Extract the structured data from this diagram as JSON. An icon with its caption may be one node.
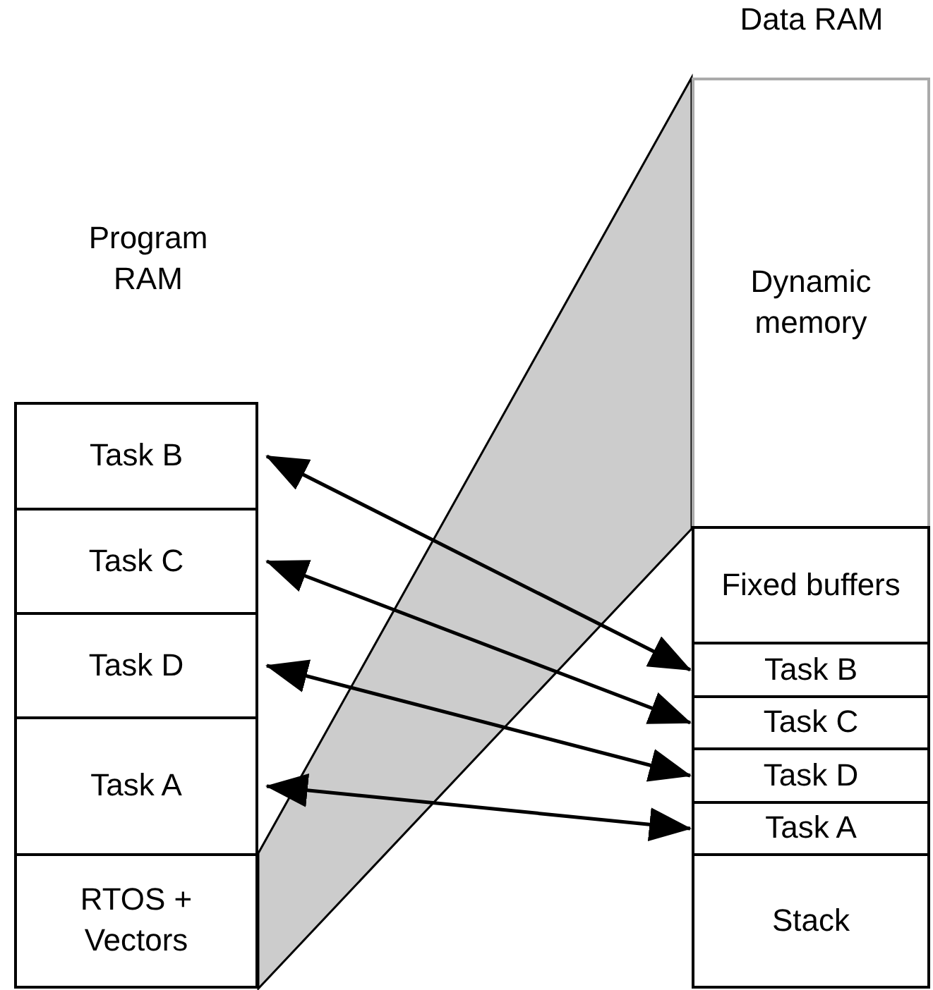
{
  "diagram": {
    "nodes": [
      {
        "text": [
          "Task B"
        ]
      },
      {
        "text": [
          "Task C"
        ]
      },
      {
        "text": [
          "Task D"
        ]
      },
      {
        "text": [
          "Task A"
        ]
      },
      {
        "text": [
          "RTOS + Vectors"
        ]
      },
      {
        "text": [
          "Dynamic memory"
        ]
      },
      {
        "text": [
          "Fixed buffers"
        ]
      },
      {
        "text": [
          "Task B"
        ]
      },
      {
        "text": [
          "Task C"
        ]
      },
      {
        "text": [
          "Task D"
        ]
      },
      {
        "text": [
          "Task A"
        ]
      },
      {
        "text": [
          "Stack"
        ]
      }
    ],
    "edges": [
      {
        "from": 0,
        "to": 7,
        "arrow": "both"
      },
      {
        "from": 1,
        "to": 8,
        "arrow": "both"
      },
      {
        "from": 2,
        "to": 9,
        "arrow": "both"
      },
      {
        "from": 3,
        "to": 10,
        "arrow": "both"
      }
    ],
    "labels": [
      "Data RAM",
      "Program RAM"
    ]
  }
}
